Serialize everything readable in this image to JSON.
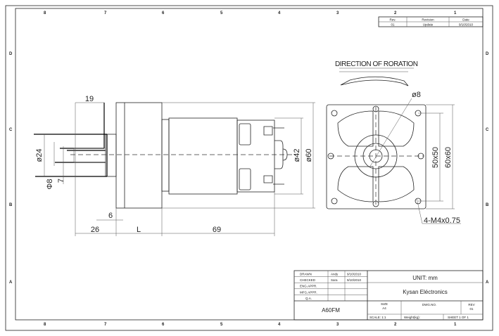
{
  "sheet": {
    "zones_top": [
      "8",
      "7",
      "6",
      "5",
      "4",
      "3",
      "2",
      "1"
    ],
    "zones_side": [
      "D",
      "C",
      "B",
      "A"
    ]
  },
  "revision_table": {
    "headers": [
      "Rev.",
      "Revision",
      "Date"
    ],
    "rows": [
      [
        "01",
        "Update",
        "9/10/2010"
      ]
    ]
  },
  "front_view": {
    "dims": {
      "shaft_len": "19",
      "gear_dia": "ø24",
      "shaft_dia": "Φ8",
      "flat": "7",
      "motor_dia": "ø42",
      "body_dia": "ø60",
      "offset": "6",
      "shaft_total": "26",
      "gearbox_len": "L",
      "motor_len": "69"
    }
  },
  "end_view": {
    "title": "DIRECTION OF RORATION",
    "shaft_dia": "ø8",
    "bolt_pattern": "50x50",
    "outline": "60x60",
    "holes": "4-M4x0.75"
  },
  "title_block": {
    "approvals": [
      {
        "label": "DRAWN",
        "name": "Andy",
        "date": "9/10/2010"
      },
      {
        "label": "CHECKED",
        "name": "Sara",
        "date": "9/10/2010"
      },
      {
        "label": "ENG.APPR.",
        "name": "",
        "date": ""
      },
      {
        "label": "MFG.APPR.",
        "name": "",
        "date": ""
      },
      {
        "label": "Q.A.",
        "name": "",
        "date": ""
      }
    ],
    "unit": "UNIT: mm",
    "company": "Kysan Eléctronics",
    "part": "A60FM",
    "size_label": "SIZE",
    "size": "A4",
    "dwg_label": "DWG.NO.",
    "rev_label": "REV",
    "rev": "01",
    "scale": "SCALE: 1:1",
    "weight": "Weight(kg):",
    "sheet": "SHEET 1 OF 1"
  }
}
